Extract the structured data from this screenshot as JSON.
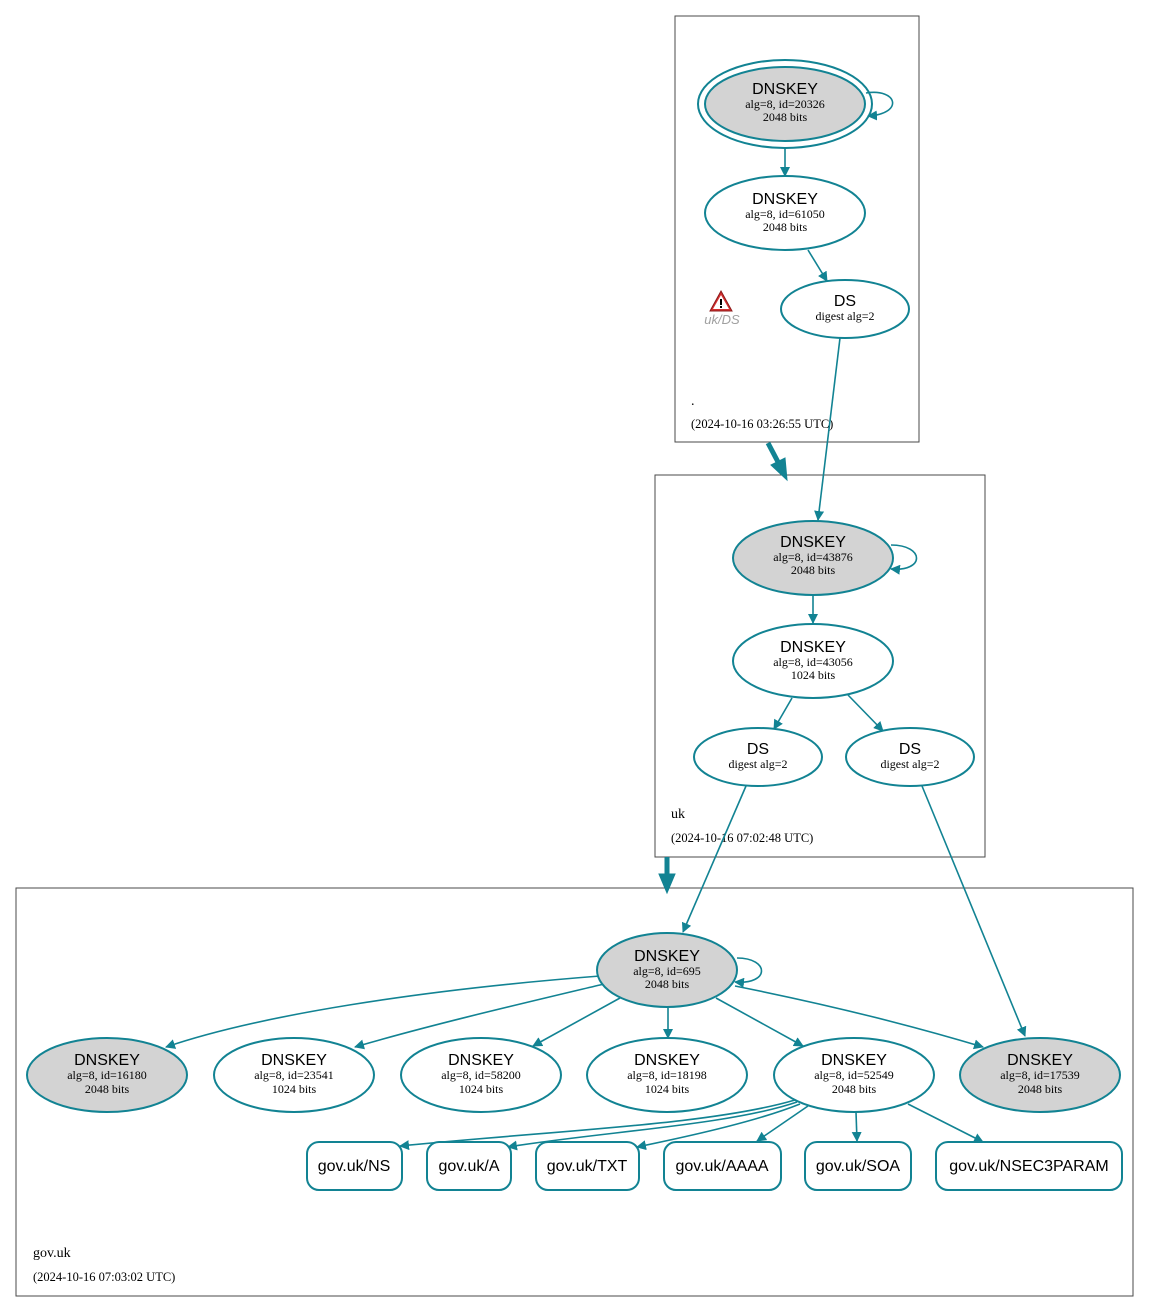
{
  "colors": {
    "edge": "#128393",
    "ksk_fill": "#d3d3d3",
    "zsk_fill": "#ffffff",
    "zone_border": "#4a4a4a",
    "warning": "#d32f2f"
  },
  "zones": {
    "root": {
      "name": ".",
      "timestamp": "(2024-10-16 03:26:55 UTC)"
    },
    "uk": {
      "name": "uk",
      "timestamp": "(2024-10-16 07:02:48 UTC)"
    },
    "gov": {
      "name": "gov.uk",
      "timestamp": "(2024-10-16 07:03:02 UTC)"
    }
  },
  "warning": {
    "icon": "warning-triangle-icon",
    "label": "uk/DS"
  },
  "nodes": {
    "root_ksk": {
      "title": "DNSKEY",
      "line1": "alg=8, id=20326",
      "line2": "2048 bits"
    },
    "root_zsk": {
      "title": "DNSKEY",
      "line1": "alg=8, id=61050",
      "line2": "2048 bits"
    },
    "root_ds": {
      "title": "DS",
      "line1": "digest alg=2"
    },
    "uk_ksk": {
      "title": "DNSKEY",
      "line1": "alg=8, id=43876",
      "line2": "2048 bits"
    },
    "uk_zsk": {
      "title": "DNSKEY",
      "line1": "alg=8, id=43056",
      "line2": "1024 bits"
    },
    "uk_ds1": {
      "title": "DS",
      "line1": "digest alg=2"
    },
    "uk_ds2": {
      "title": "DS",
      "line1": "digest alg=2"
    },
    "gov_ksk": {
      "title": "DNSKEY",
      "line1": "alg=8, id=695",
      "line2": "2048 bits"
    },
    "gov_k16180": {
      "title": "DNSKEY",
      "line1": "alg=8, id=16180",
      "line2": "2048 bits"
    },
    "gov_k23541": {
      "title": "DNSKEY",
      "line1": "alg=8, id=23541",
      "line2": "1024 bits"
    },
    "gov_k58200": {
      "title": "DNSKEY",
      "line1": "alg=8, id=58200",
      "line2": "1024 bits"
    },
    "gov_k18198": {
      "title": "DNSKEY",
      "line1": "alg=8, id=18198",
      "line2": "1024 bits"
    },
    "gov_k52549": {
      "title": "DNSKEY",
      "line1": "alg=8, id=52549",
      "line2": "2048 bits"
    },
    "gov_k17539": {
      "title": "DNSKEY",
      "line1": "alg=8, id=17539",
      "line2": "2048 bits"
    }
  },
  "rrsets": {
    "ns": "gov.uk/NS",
    "a": "gov.uk/A",
    "txt": "gov.uk/TXT",
    "aaaa": "gov.uk/AAAA",
    "soa": "gov.uk/SOA",
    "nsec3param": "gov.uk/NSEC3PARAM"
  }
}
